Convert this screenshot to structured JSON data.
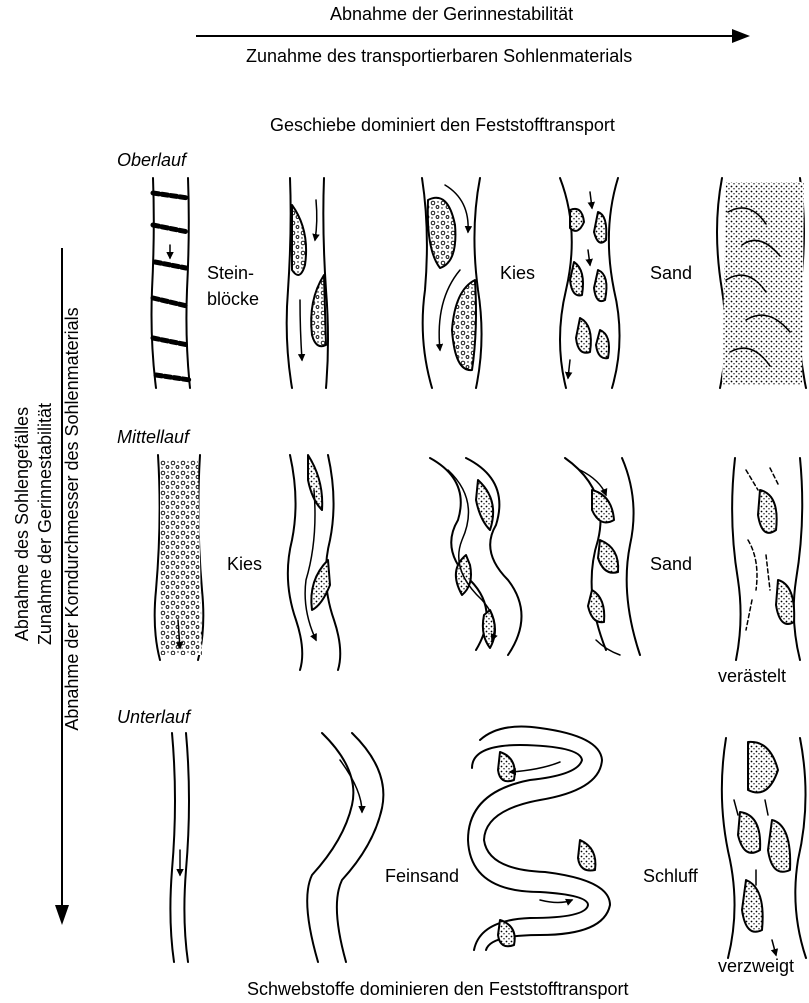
{
  "header": {
    "top_line": "Abnahme der Gerinnestabilität",
    "bottom_line": "Zunahme des transportierbaren Sohlenmaterials"
  },
  "captions": {
    "top": "Geschiebe dominiert den Feststofftransport",
    "bottom": "Schwebstoffe dominieren den Feststofftransport"
  },
  "left_axis": {
    "line1": "Abnahme des Sohlengefälles",
    "line2": "Zunahme der Gerinnestabilität",
    "line3": "Abnahme der Korndurchmesser des Sohlenmaterials"
  },
  "rows": [
    {
      "name": "Oberlauf",
      "labels": [
        "Stein-",
        "blöcke",
        "Kies",
        "Sand"
      ]
    },
    {
      "name": "Mittellauf",
      "labels": [
        "Kies",
        "Sand",
        "verästelt"
      ]
    },
    {
      "name": "Unterlauf",
      "labels": [
        "Feinsand",
        "Schluff",
        "verzweigt"
      ]
    }
  ],
  "colors": {
    "ink": "#000000",
    "paper": "#ffffff"
  }
}
